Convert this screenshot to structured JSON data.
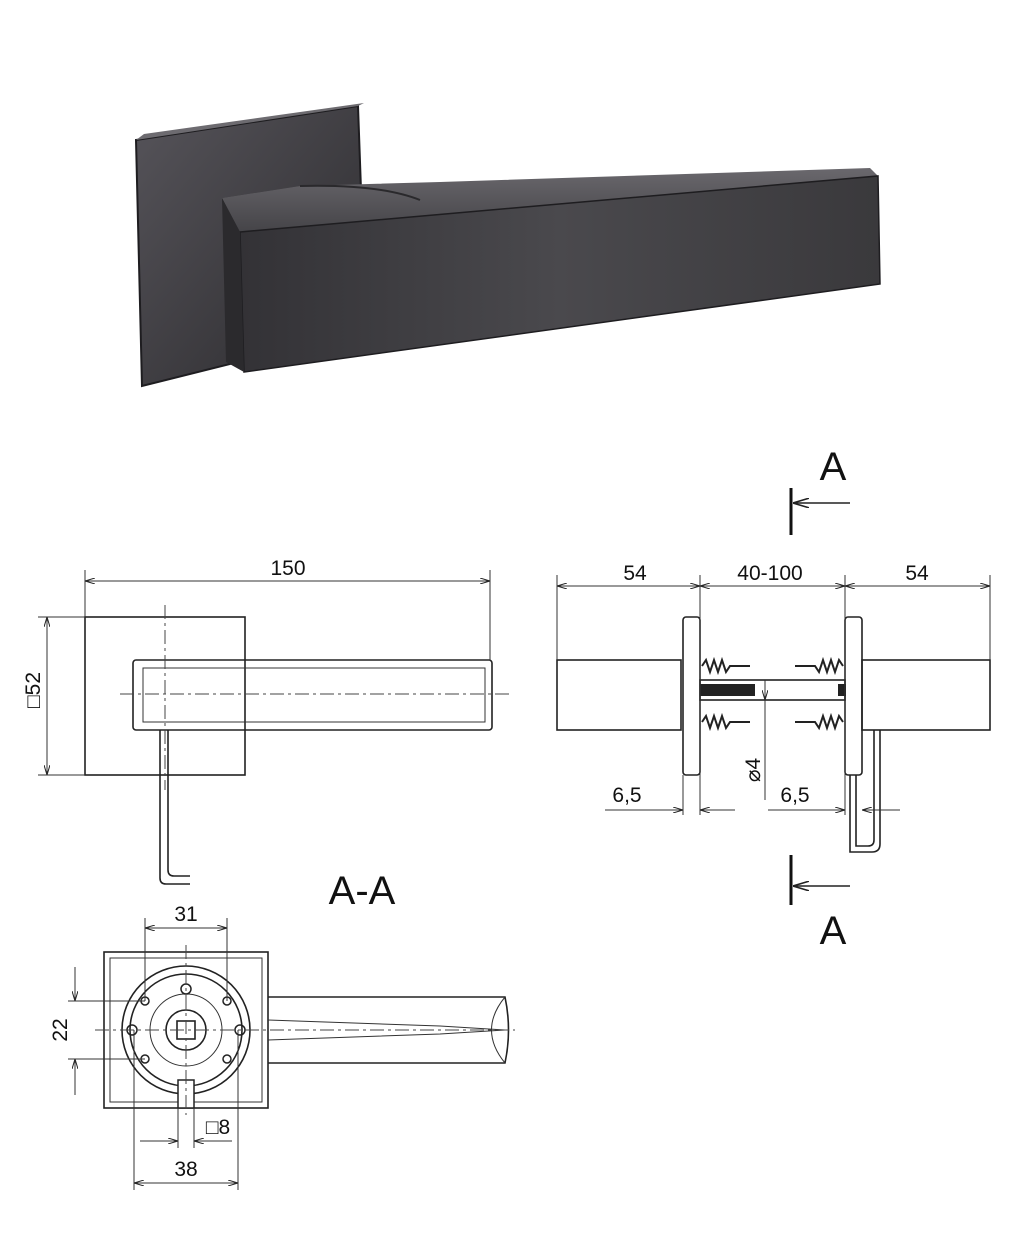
{
  "product_photo": {
    "subject": "door-lever-handle-on-square-rose",
    "finish_color": "#3b3a3d"
  },
  "front_view": {
    "width_dim": "150",
    "rose_dim": "□52"
  },
  "side_view": {
    "left_lever_dim": "54",
    "door_thickness_dim": "40-100",
    "right_lever_dim": "54",
    "left_rose_dim": "6,5",
    "right_rose_dim": "6,5",
    "screw_dim": "⌀4",
    "section_mark_top": "A",
    "section_mark_bottom": "A"
  },
  "section_view": {
    "title": "A-A",
    "screw_spacing_dim": "31",
    "vertical_dim": "22",
    "spindle_dim": "□8",
    "mount_dim": "38"
  }
}
